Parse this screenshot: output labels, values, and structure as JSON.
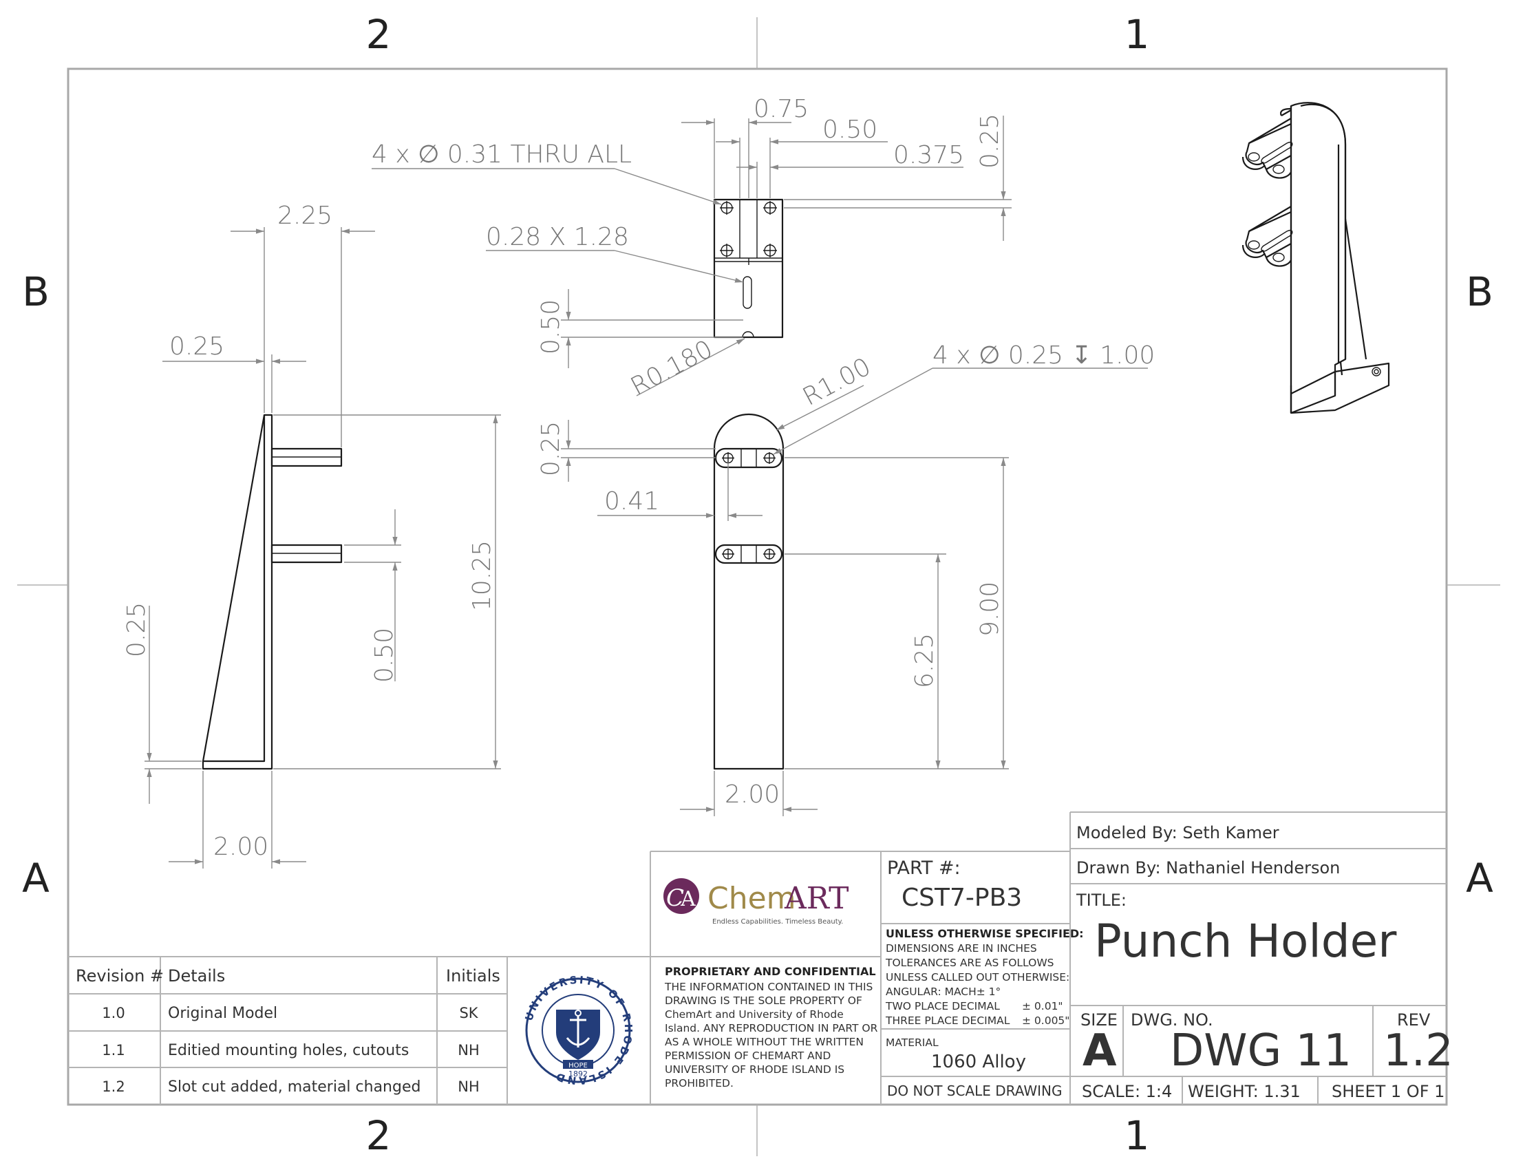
{
  "zones": {
    "columns": [
      "2",
      "1"
    ],
    "rows": [
      "B",
      "A"
    ]
  },
  "dimensions": {
    "top_view": {
      "width_0_75": "0.75",
      "width_0_50": "0.50",
      "width_0_375": "0.375",
      "height_0_25": "0.25",
      "holes_callout": "4 x ∅ 0.31 THRU ALL",
      "slot_callout": "0.28 X 1.28",
      "slot_height": "0.50",
      "slot_radius": "R0.180"
    },
    "side_view": {
      "top_width": "2.25",
      "thickness_top": "0.25",
      "height": "10.25",
      "ear_spacing": "0.50",
      "base_thickness": "0.25",
      "base_width": "2.00"
    },
    "front_view": {
      "top_radius": "R1.00",
      "holes_callout": "4 x ∅ 0.25 ↧ 1.00",
      "top_offset": "0.25",
      "hole_offset": "0.41",
      "height_9": "9.00",
      "height_625": "6.25",
      "width": "2.00"
    }
  },
  "revision_table": {
    "headers": [
      "Revision #",
      "Details",
      "Initials"
    ],
    "rows": [
      {
        "rev": "1.0",
        "details": "Original Model",
        "initials": "SK"
      },
      {
        "rev": "1.1",
        "details": "Editied mounting holes, cutouts",
        "initials": "NH"
      },
      {
        "rev": "1.2",
        "details": "Slot cut added, material changed",
        "initials": "NH"
      }
    ]
  },
  "logo": {
    "name": "ChemART",
    "name_part1": "Chem",
    "name_part2": "ART",
    "tagline": "Endless Capabilities. Timeless Beauty.",
    "seal_text": "UNIVERSITY OF RHODE ISLAND",
    "seal_hope": "HOPE",
    "seal_year": "1892"
  },
  "proprietary": {
    "heading": "PROPRIETARY AND CONFIDENTIAL",
    "lines": [
      "THE INFORMATION CONTAINED IN THIS",
      "DRAWING IS THE SOLE PROPERTY OF",
      "ChemArt and University of Rhode",
      "Island. ANY REPRODUCTION IN PART OR",
      "AS A WHOLE WITHOUT THE WRITTEN",
      "PERMISSION OF CHEMART AND",
      "UNIVERSITY OF RHODE ISLAND IS",
      "PROHIBITED."
    ]
  },
  "part": {
    "label": "PART #:",
    "number": "CST7-PB3"
  },
  "tolerances": {
    "heading": "UNLESS OTHERWISE SPECIFIED:",
    "lines": [
      "DIMENSIONS ARE IN INCHES",
      "TOLERANCES ARE AS FOLLOWS",
      "UNLESS CALLED OUT OTHERWISE:",
      "ANGULAR: MACH± 1°"
    ],
    "two_place_label": "TWO PLACE DECIMAL",
    "two_place_value": "± 0.01\"",
    "three_place_label": "THREE PLACE DECIMAL",
    "three_place_value": "± 0.005\""
  },
  "material": {
    "label": "MATERIAL",
    "value": "1060 Alloy"
  },
  "do_not_scale": "DO NOT SCALE DRAWING",
  "credits": {
    "modeled_by": "Modeled By: Seth Kamer",
    "drawn_by": "Drawn By: Nathaniel  Henderson"
  },
  "title": {
    "label": "TITLE:",
    "value": "Punch Holder"
  },
  "size": {
    "label": "SIZE",
    "value": "A"
  },
  "dwg_no": {
    "label": "DWG.  NO.",
    "value": "DWG 11"
  },
  "rev": {
    "label": "REV",
    "value": "1.2"
  },
  "scale": "SCALE: 1:4",
  "weight": "WEIGHT: 1.31",
  "sheet": "SHEET 1 OF 1",
  "colors": {
    "border": "#a8a8a8",
    "logo_purple": "#6b2a5c",
    "logo_gold": "#a08a4a",
    "seal_blue": "#233d7a"
  }
}
